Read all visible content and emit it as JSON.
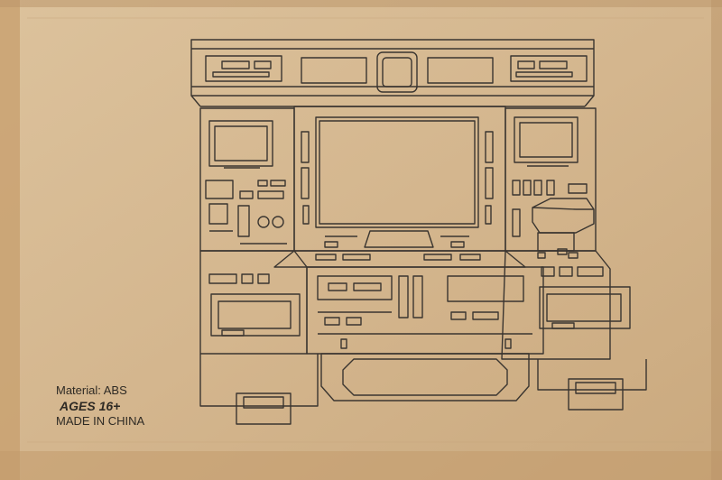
{
  "box": {
    "material": "Material: ABS",
    "ages": "AGES 16+",
    "origin": "MADE IN CHINA"
  },
  "colors": {
    "cardboard": "#d4b48c",
    "ink": "#3a3530",
    "tape": "#c49a6a"
  },
  "illustration": "command console line drawing"
}
